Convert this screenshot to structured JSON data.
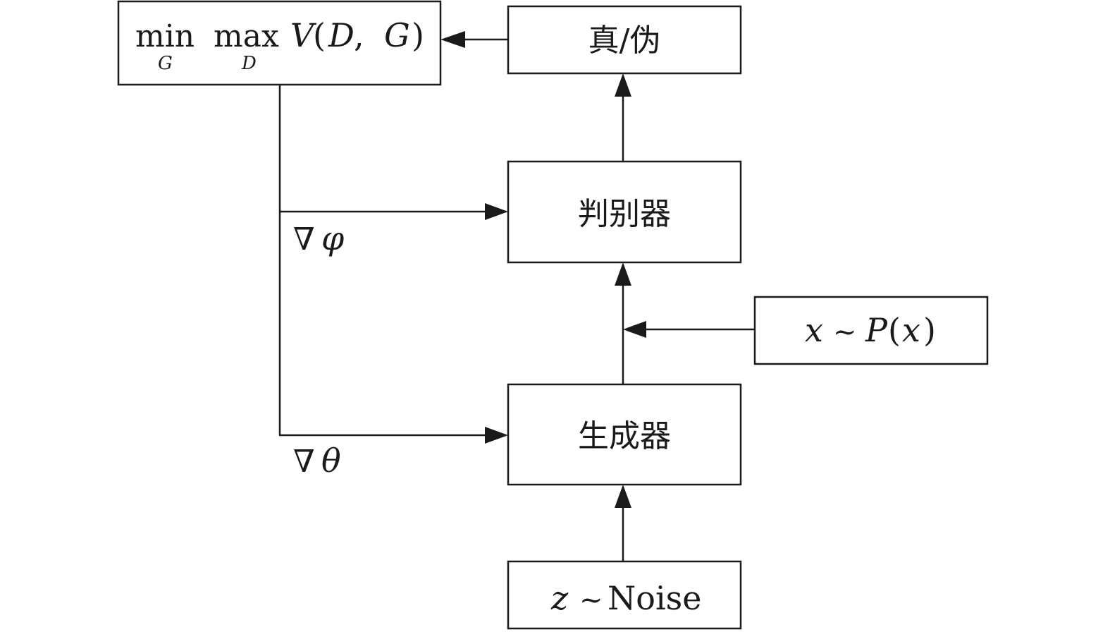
{
  "objective": {
    "min_op": "min",
    "min_sub": "G",
    "max_op": "max",
    "max_sub": "D",
    "value_fn": "V",
    "open": "(",
    "arg1": "D",
    "comma": ",",
    "arg2": "G",
    "close": ")"
  },
  "output_box": {
    "label": "真/伪"
  },
  "discriminator_box": {
    "label": "判别器"
  },
  "generator_box": {
    "label": "生成器"
  },
  "real_data_box": {
    "var": "x",
    "tilde": "~",
    "dist": "P",
    "open": "(",
    "arg": "x",
    "close": ")"
  },
  "noise_box": {
    "var": "z",
    "tilde": "~",
    "name": "Noise"
  },
  "gradients": {
    "discriminator": {
      "nabla": "∇",
      "param": "φ"
    },
    "generator": {
      "nabla": "∇",
      "param": "θ"
    }
  }
}
